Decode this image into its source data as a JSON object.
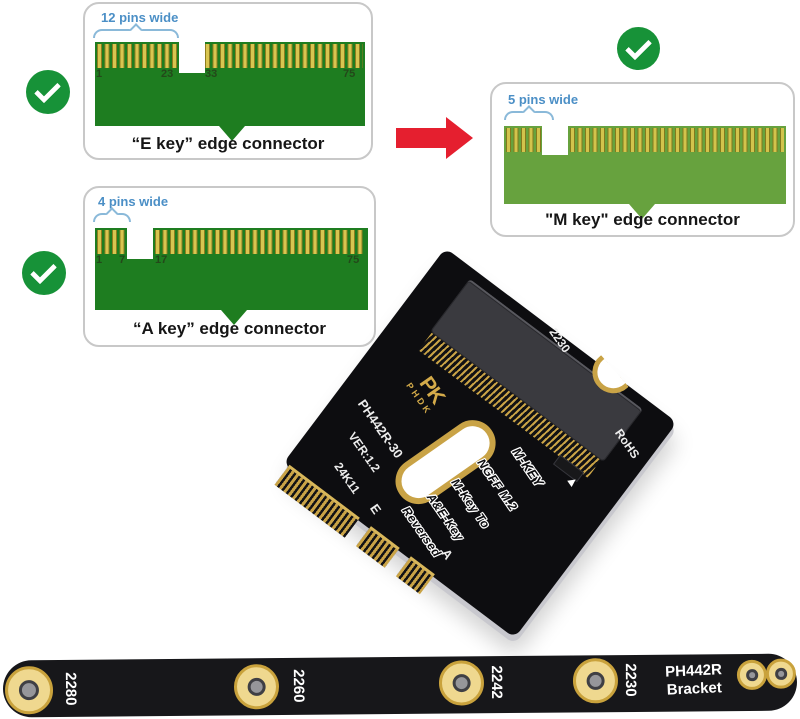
{
  "panels": {
    "e_key": {
      "pins_label": "12 pins wide",
      "numbers": [
        "1",
        "23",
        "33",
        "75"
      ],
      "caption": "“E key” edge connector"
    },
    "a_key": {
      "pins_label": "4 pins wide",
      "numbers": [
        "1",
        "7",
        "17",
        "75"
      ],
      "caption": "“A key” edge connector"
    },
    "m_key": {
      "pins_label": "5 pins wide",
      "caption": "\"M key\" edge connector"
    }
  },
  "adapter": {
    "monogram": "PK",
    "brand": "PHDK",
    "model": "PH442R-30",
    "version": "VER:1.2",
    "batch": "24K11",
    "size": "2230",
    "rohs": "RoHS",
    "arrow": "▲",
    "print": {
      "m_key": "M-KEY",
      "ngff": "NGFF M.2",
      "m_key_to": "M-Key To",
      "ae_key": "A&E-Key",
      "reversed": "Reversed",
      "e": "E",
      "a": "A"
    }
  },
  "bracket": {
    "sizes": [
      "2280",
      "2260",
      "2242",
      "2230"
    ],
    "name": [
      "PH442R",
      "Bracket"
    ]
  },
  "colors": {
    "diagram_green": "#1e7d20",
    "m_key_green": "#67a23e",
    "pin_gold": "#d9c550",
    "label_blue": "#4b8fc6",
    "check_green": "#179238",
    "arrow_red": "#e51f2f",
    "pcb_black": "#0d0d10",
    "pcb_gold": "#c9a346"
  }
}
